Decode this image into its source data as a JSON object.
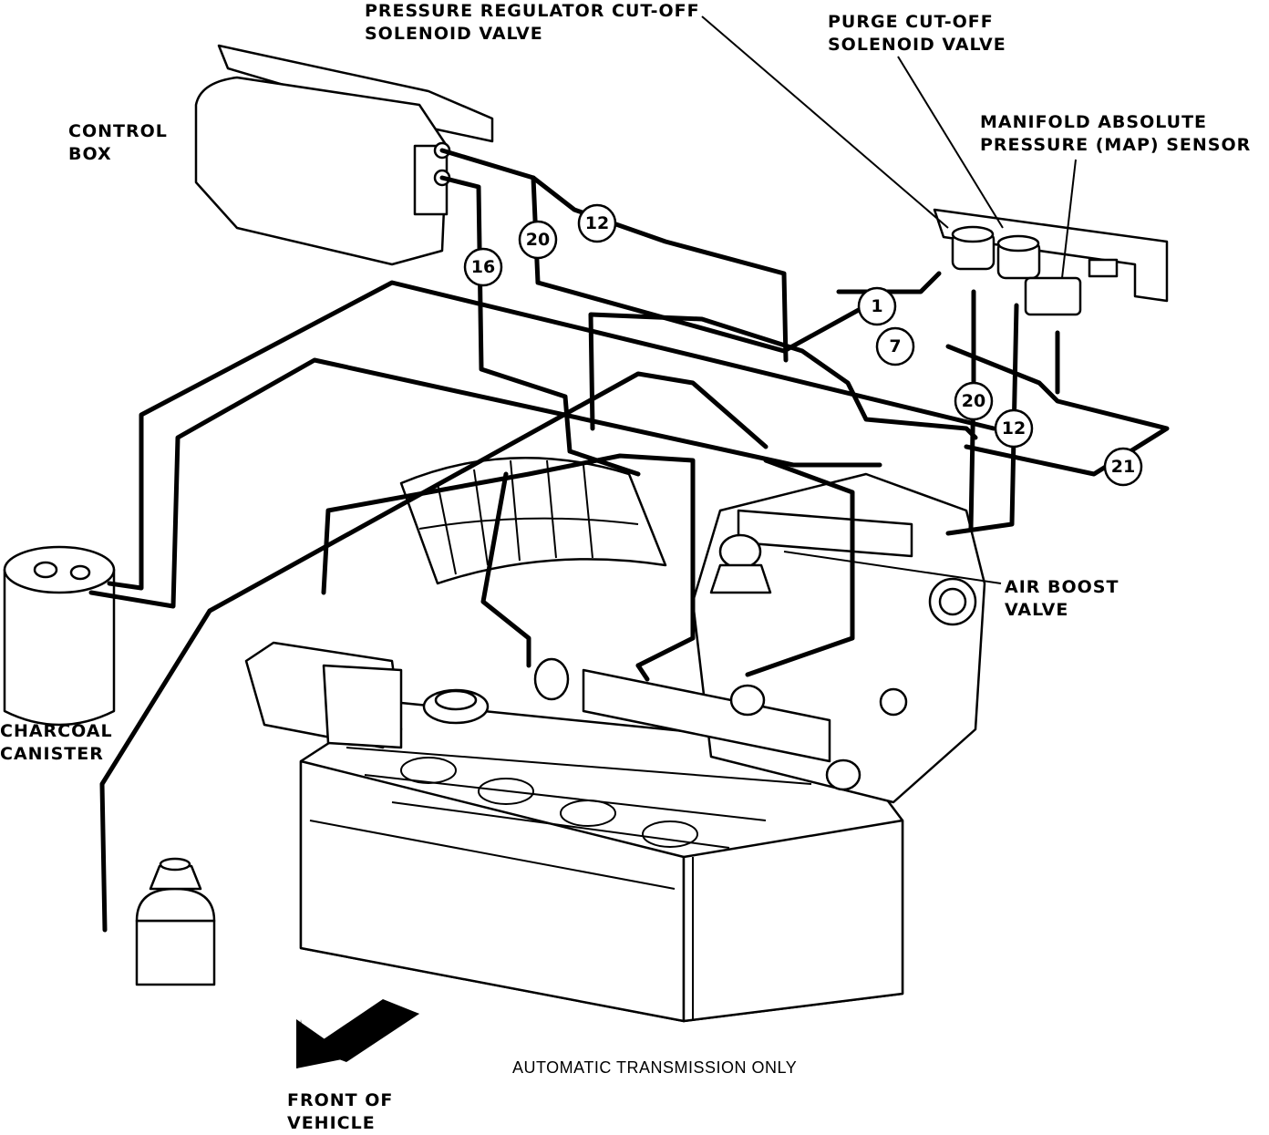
{
  "labels": {
    "pressure_regulator": [
      "PRESSURE REGULATOR CUT-OFF",
      "SOLENOID VALVE"
    ],
    "purge_cutoff": [
      "PURGE CUT-OFF",
      "SOLENOID VALVE"
    ],
    "map_sensor": [
      "MANIFOLD ABSOLUTE",
      "PRESSURE (MAP) SENSOR"
    ],
    "control_box": [
      "CONTROL",
      "BOX"
    ],
    "air_boost": [
      "AIR BOOST",
      "VALVE"
    ],
    "charcoal_canister": [
      "CHARCOAL",
      "CANISTER"
    ],
    "front_of_vehicle": [
      "FRONT OF",
      "VEHICLE"
    ],
    "note": "AUTOMATIC TRANSMISSION  ONLY"
  },
  "hose_numbers": [
    "16",
    "20",
    "12",
    "1",
    "7",
    "20",
    "12",
    "21"
  ],
  "colors": {
    "ink": "#000000",
    "paper": "#ffffff"
  }
}
